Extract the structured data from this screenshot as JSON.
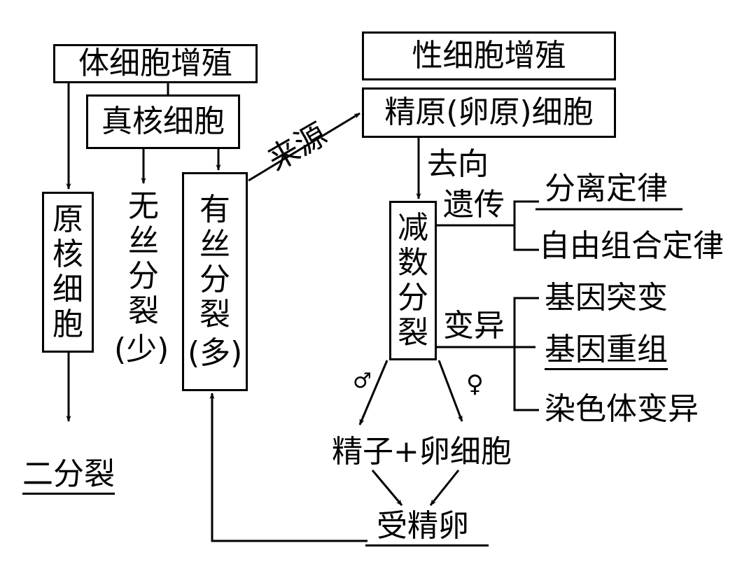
{
  "colors": {
    "line": "#000000",
    "background": "#ffffff"
  },
  "boxes": {
    "somatic": "体细胞增殖",
    "eukaryotic": "真核细胞",
    "prokaryotic": "原核细胞",
    "germ": "性细胞增殖",
    "spermatogonia": "精原(卵原)细胞",
    "mitosis": "有丝分裂",
    "mitosis_note": "(多)",
    "meiosis": "减数分裂"
  },
  "labels": {
    "amitosis": "无丝分裂",
    "amitosis_note": "(少)",
    "binary_fission": "二分裂",
    "source": "来源",
    "direction": "去向",
    "heredity": "遗传",
    "variation": "变异",
    "male_symbol": "♂",
    "female_symbol": "♀",
    "gametes": "精子+卵细胞",
    "zygote": "受精卵"
  },
  "heredity_laws": [
    "分离定律",
    "自由组合定律"
  ],
  "variation_types": [
    "基因突变",
    "基因重组",
    "染色体变异"
  ]
}
